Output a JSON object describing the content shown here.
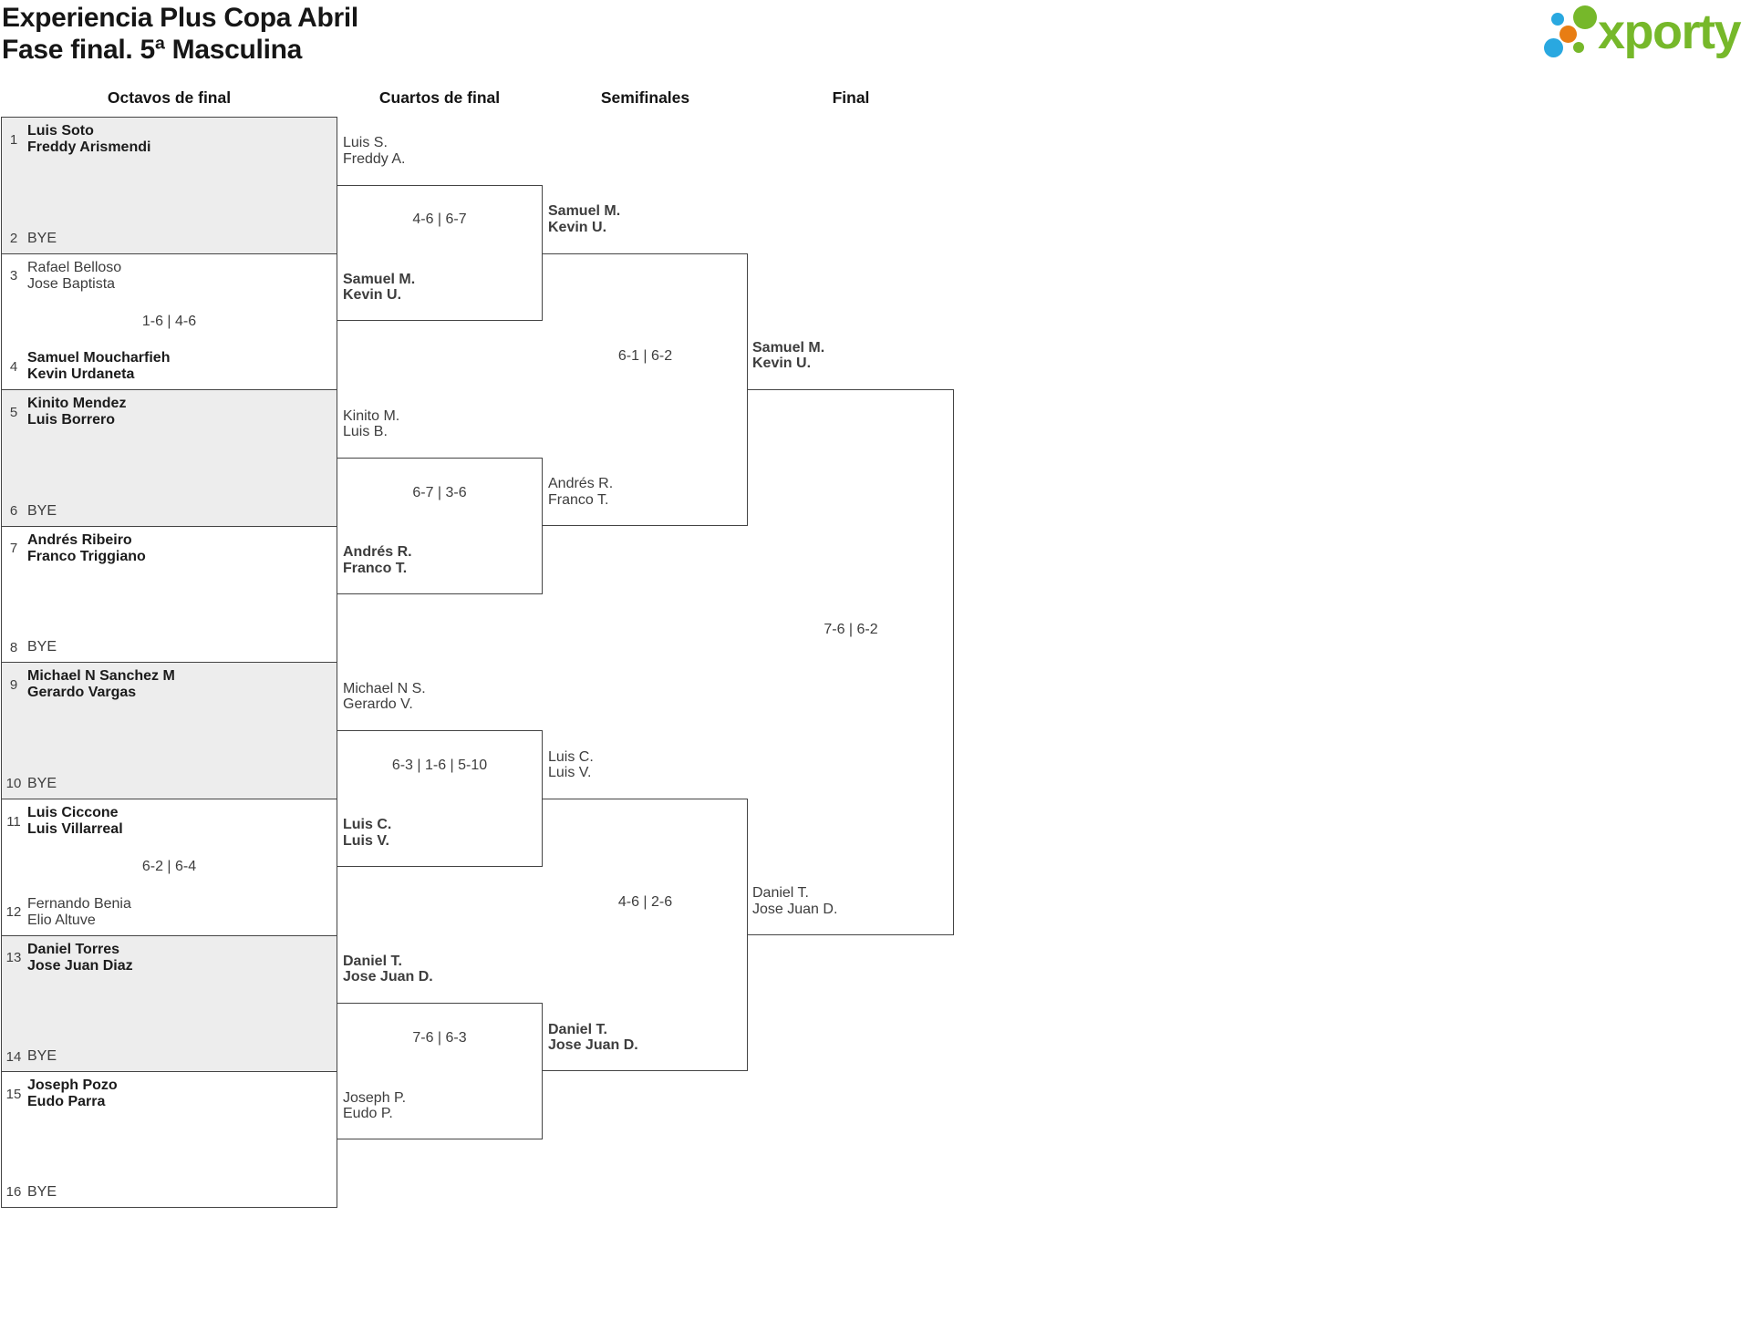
{
  "header": {
    "title_line1": "Experiencia Plus Copa Abril",
    "title_line2": "Fase final. 5ª Masculina"
  },
  "logo": {
    "text": "xporty",
    "green": "#76b82a",
    "blue": "#29a8e0",
    "orange": "#e87d13"
  },
  "round_headers": {
    "octavos": "Octavos de final",
    "cuartos": "Cuartos de final",
    "semis": "Semifinales",
    "final": "Final"
  },
  "octavos": [
    {
      "score": "",
      "top": {
        "seed": "1",
        "line1": "Luis Soto",
        "line2": "Freddy Arismendi",
        "winner": true
      },
      "bottom": {
        "seed": "2",
        "line1": "BYE",
        "line2": "",
        "winner": false
      }
    },
    {
      "score": "1-6 | 4-6",
      "top": {
        "seed": "3",
        "line1": "Rafael Belloso",
        "line2": "Jose Baptista",
        "winner": false
      },
      "bottom": {
        "seed": "4",
        "line1": "Samuel Moucharfieh",
        "line2": "Kevin Urdaneta",
        "winner": true
      }
    },
    {
      "score": "",
      "top": {
        "seed": "5",
        "line1": "Kinito Mendez",
        "line2": "Luis Borrero",
        "winner": true
      },
      "bottom": {
        "seed": "6",
        "line1": "BYE",
        "line2": "",
        "winner": false
      }
    },
    {
      "score": "",
      "top": {
        "seed": "7",
        "line1": "Andrés Ribeiro",
        "line2": "Franco Triggiano",
        "winner": true
      },
      "bottom": {
        "seed": "8",
        "line1": "BYE",
        "line2": "",
        "winner": false
      }
    },
    {
      "score": "",
      "top": {
        "seed": "9",
        "line1": "Michael N Sanchez M",
        "line2": "Gerardo Vargas",
        "winner": true
      },
      "bottom": {
        "seed": "10",
        "line1": "BYE",
        "line2": "",
        "winner": false
      }
    },
    {
      "score": "6-2 | 6-4",
      "top": {
        "seed": "11",
        "line1": "Luis Ciccone",
        "line2": "Luis Villarreal",
        "winner": true
      },
      "bottom": {
        "seed": "12",
        "line1": "Fernando Benia",
        "line2": "Elio Altuve",
        "winner": false
      }
    },
    {
      "score": "",
      "top": {
        "seed": "13",
        "line1": "Daniel Torres",
        "line2": "Jose Juan Diaz",
        "winner": true
      },
      "bottom": {
        "seed": "14",
        "line1": "BYE",
        "line2": "",
        "winner": false
      }
    },
    {
      "score": "",
      "top": {
        "seed": "15",
        "line1": "Joseph Pozo",
        "line2": "Eudo Parra",
        "winner": true
      },
      "bottom": {
        "seed": "16",
        "line1": "BYE",
        "line2": "",
        "winner": false
      }
    }
  ],
  "cuartos": [
    {
      "score": "4-6 | 6-7",
      "top": {
        "line1": "Luis S.",
        "line2": "Freddy A.",
        "winner": false
      },
      "bottom": {
        "line1": "Samuel M.",
        "line2": "Kevin U.",
        "winner": true
      }
    },
    {
      "score": "6-7 | 3-6",
      "top": {
        "line1": "Kinito M.",
        "line2": "Luis B.",
        "winner": false
      },
      "bottom": {
        "line1": "Andrés R.",
        "line2": "Franco T.",
        "winner": true
      }
    },
    {
      "score": "6-3 | 1-6 | 5-10",
      "top": {
        "line1": "Michael N S.",
        "line2": "Gerardo V.",
        "winner": false
      },
      "bottom": {
        "line1": "Luis C.",
        "line2": "Luis V.",
        "winner": true
      }
    },
    {
      "score": "7-6 | 6-3",
      "top": {
        "line1": "Daniel T.",
        "line2": "Jose Juan D.",
        "winner": true
      },
      "bottom": {
        "line1": "Joseph P.",
        "line2": "Eudo P.",
        "winner": false
      }
    }
  ],
  "semifinales": [
    {
      "score": "6-1 | 6-2",
      "top": {
        "line1": "Samuel M.",
        "line2": "Kevin U.",
        "winner": true
      },
      "bottom": {
        "line1": "Andrés R.",
        "line2": "Franco T.",
        "winner": false
      }
    },
    {
      "score": "4-6 | 2-6",
      "top": {
        "line1": "Luis C.",
        "line2": "Luis V.",
        "winner": false
      },
      "bottom": {
        "line1": "Daniel T.",
        "line2": "Jose Juan D.",
        "winner": true
      }
    }
  ],
  "final": [
    {
      "score": "7-6 | 6-2",
      "top": {
        "line1": "Samuel M.",
        "line2": "Kevin U.",
        "winner": true
      },
      "bottom": {
        "line1": "Daniel T.",
        "line2": "Jose Juan D.",
        "winner": false
      }
    }
  ]
}
